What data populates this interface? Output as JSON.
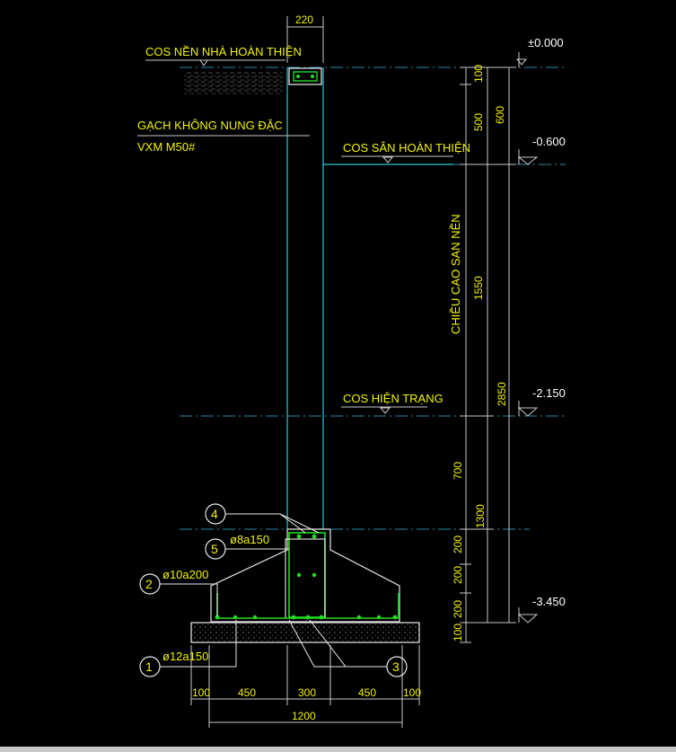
{
  "colors": {
    "background": "#000000",
    "text": "#f2f200",
    "level_text": "#ffffff",
    "wall": "#33c8d8",
    "rebar": "#22dd22",
    "concrete": "#c8c8c8",
    "dim": "#c8c8c8"
  },
  "labels": {
    "cos_nen": "COS NỀN NHÀ HOÀN THIỆN",
    "gach": "GẠCH KHÔNG NUNG ĐẶC",
    "vxm": "VXM M50#",
    "cos_san": "COS SÂN HOÀN THIỆN",
    "chieu_cao": "CHIỀU CAO SAN NỀN",
    "cos_hien_trang": "COS HIỆN TRẠNG"
  },
  "levels": {
    "l0": "±0.000",
    "l1": "-0.600",
    "l2": "-2.150",
    "l3": "-3.450"
  },
  "rebar": {
    "r1": "ø12a150",
    "r2": "ø10a200",
    "r5": "ø8a150"
  },
  "markers": {
    "m1": "1",
    "m2": "2",
    "m3": "3",
    "m4": "4",
    "m5": "5"
  },
  "dims": {
    "top_width": "220",
    "v100_top": "100",
    "v500": "500",
    "v600": "600",
    "v1550": "1550",
    "v2850": "2850",
    "v700": "700",
    "v1300": "1300",
    "v200a": "200",
    "v200b": "200",
    "v200c": "200",
    "v100_bot": "100",
    "h100a": "100",
    "h450a": "450",
    "h300": "300",
    "h450b": "450",
    "h100b": "100",
    "h1200": "1200"
  }
}
